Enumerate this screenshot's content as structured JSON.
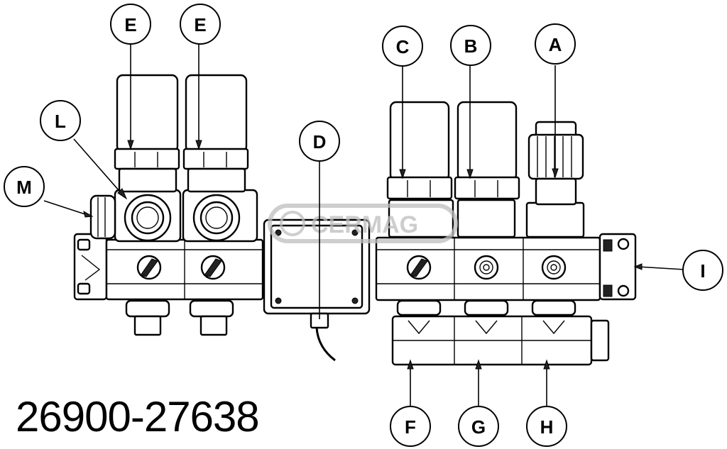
{
  "part_number": "26900-27638",
  "watermark": "CERMAG",
  "callouts": {
    "A": "A",
    "B": "B",
    "C": "C",
    "D": "D",
    "E1": "E",
    "E2": "E",
    "F": "F",
    "G": "G",
    "H": "H",
    "I": "I",
    "L": "L",
    "M": "M"
  }
}
